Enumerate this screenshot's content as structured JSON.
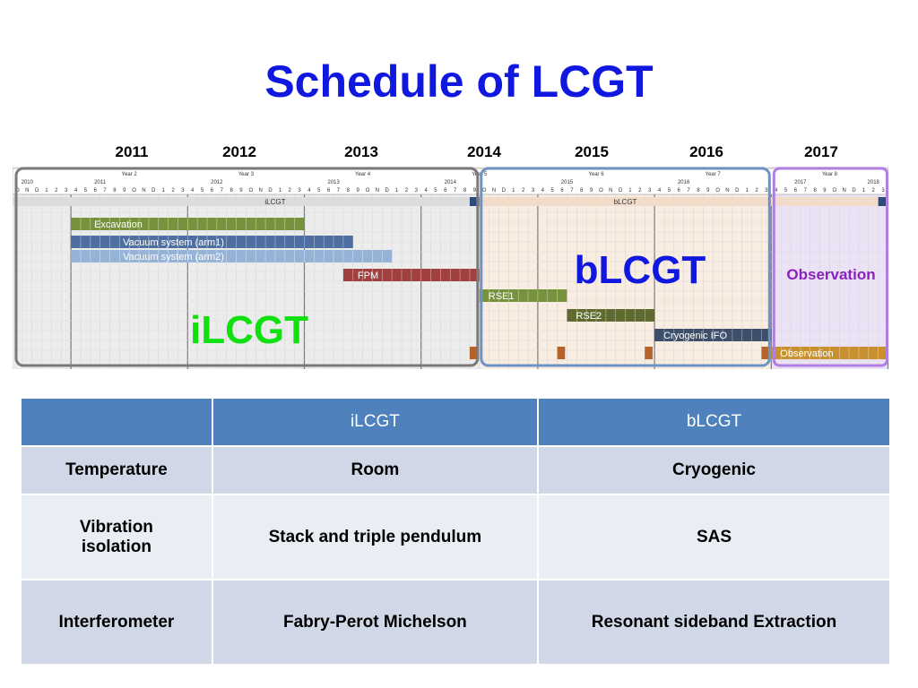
{
  "title": "Schedule of LCGT",
  "years": [
    "2011",
    "2012",
    "2013",
    "2014",
    "2015",
    "2016",
    "2017"
  ],
  "gantt": {
    "year_labels": [
      "Year 2",
      "Year 3",
      "Year 4",
      "Year 5",
      "Year 6",
      "Year 7",
      "Year 8"
    ],
    "fiscal_years": [
      "2010",
      "2011",
      "2012",
      "2013",
      "2014",
      "2015",
      "2016",
      "2017",
      "2018"
    ],
    "month_letters": [
      "O",
      "N",
      "D",
      "1",
      "2",
      "3",
      "4",
      "5",
      "6",
      "7",
      "8",
      "9"
    ],
    "phase_ilcgt": "iLCGT",
    "phase_blcgt": "bLCGT",
    "tasks": [
      {
        "name": "Excavation",
        "color": "#76923c"
      },
      {
        "name": "Vacuum system (arm1)",
        "color": "#4f6fa0"
      },
      {
        "name": "Vacuum system (arm2)",
        "color": "#95b3d7"
      },
      {
        "name": "FPM",
        "color": "#a0413f"
      },
      {
        "name": "RSE1",
        "color": "#76923c"
      },
      {
        "name": "RSE2",
        "color": "#5f6a2f"
      },
      {
        "name": "Cryogenic IFO",
        "color": "#3d4f6a"
      },
      {
        "name": "Observation",
        "color": "#c8902f"
      }
    ],
    "big_label_ilcgt": "iLCGT",
    "big_label_blcgt": "bLCGT",
    "big_label_observation": "Observation",
    "colors": {
      "ilcgt_label": "#10e010",
      "blcgt_label": "#1018e0",
      "observation_label": "#8a20c0"
    }
  },
  "table": {
    "headers": [
      "",
      "iLCGT",
      "bLCGT"
    ],
    "rows": [
      [
        "Temperature",
        "Room",
        "Cryogenic"
      ],
      [
        "Vibration isolation",
        "Stack and triple pendulum",
        "SAS"
      ],
      [
        "Interferometer",
        "Fabry-Perot Michelson",
        "Resonant sideband Extraction"
      ]
    ]
  }
}
